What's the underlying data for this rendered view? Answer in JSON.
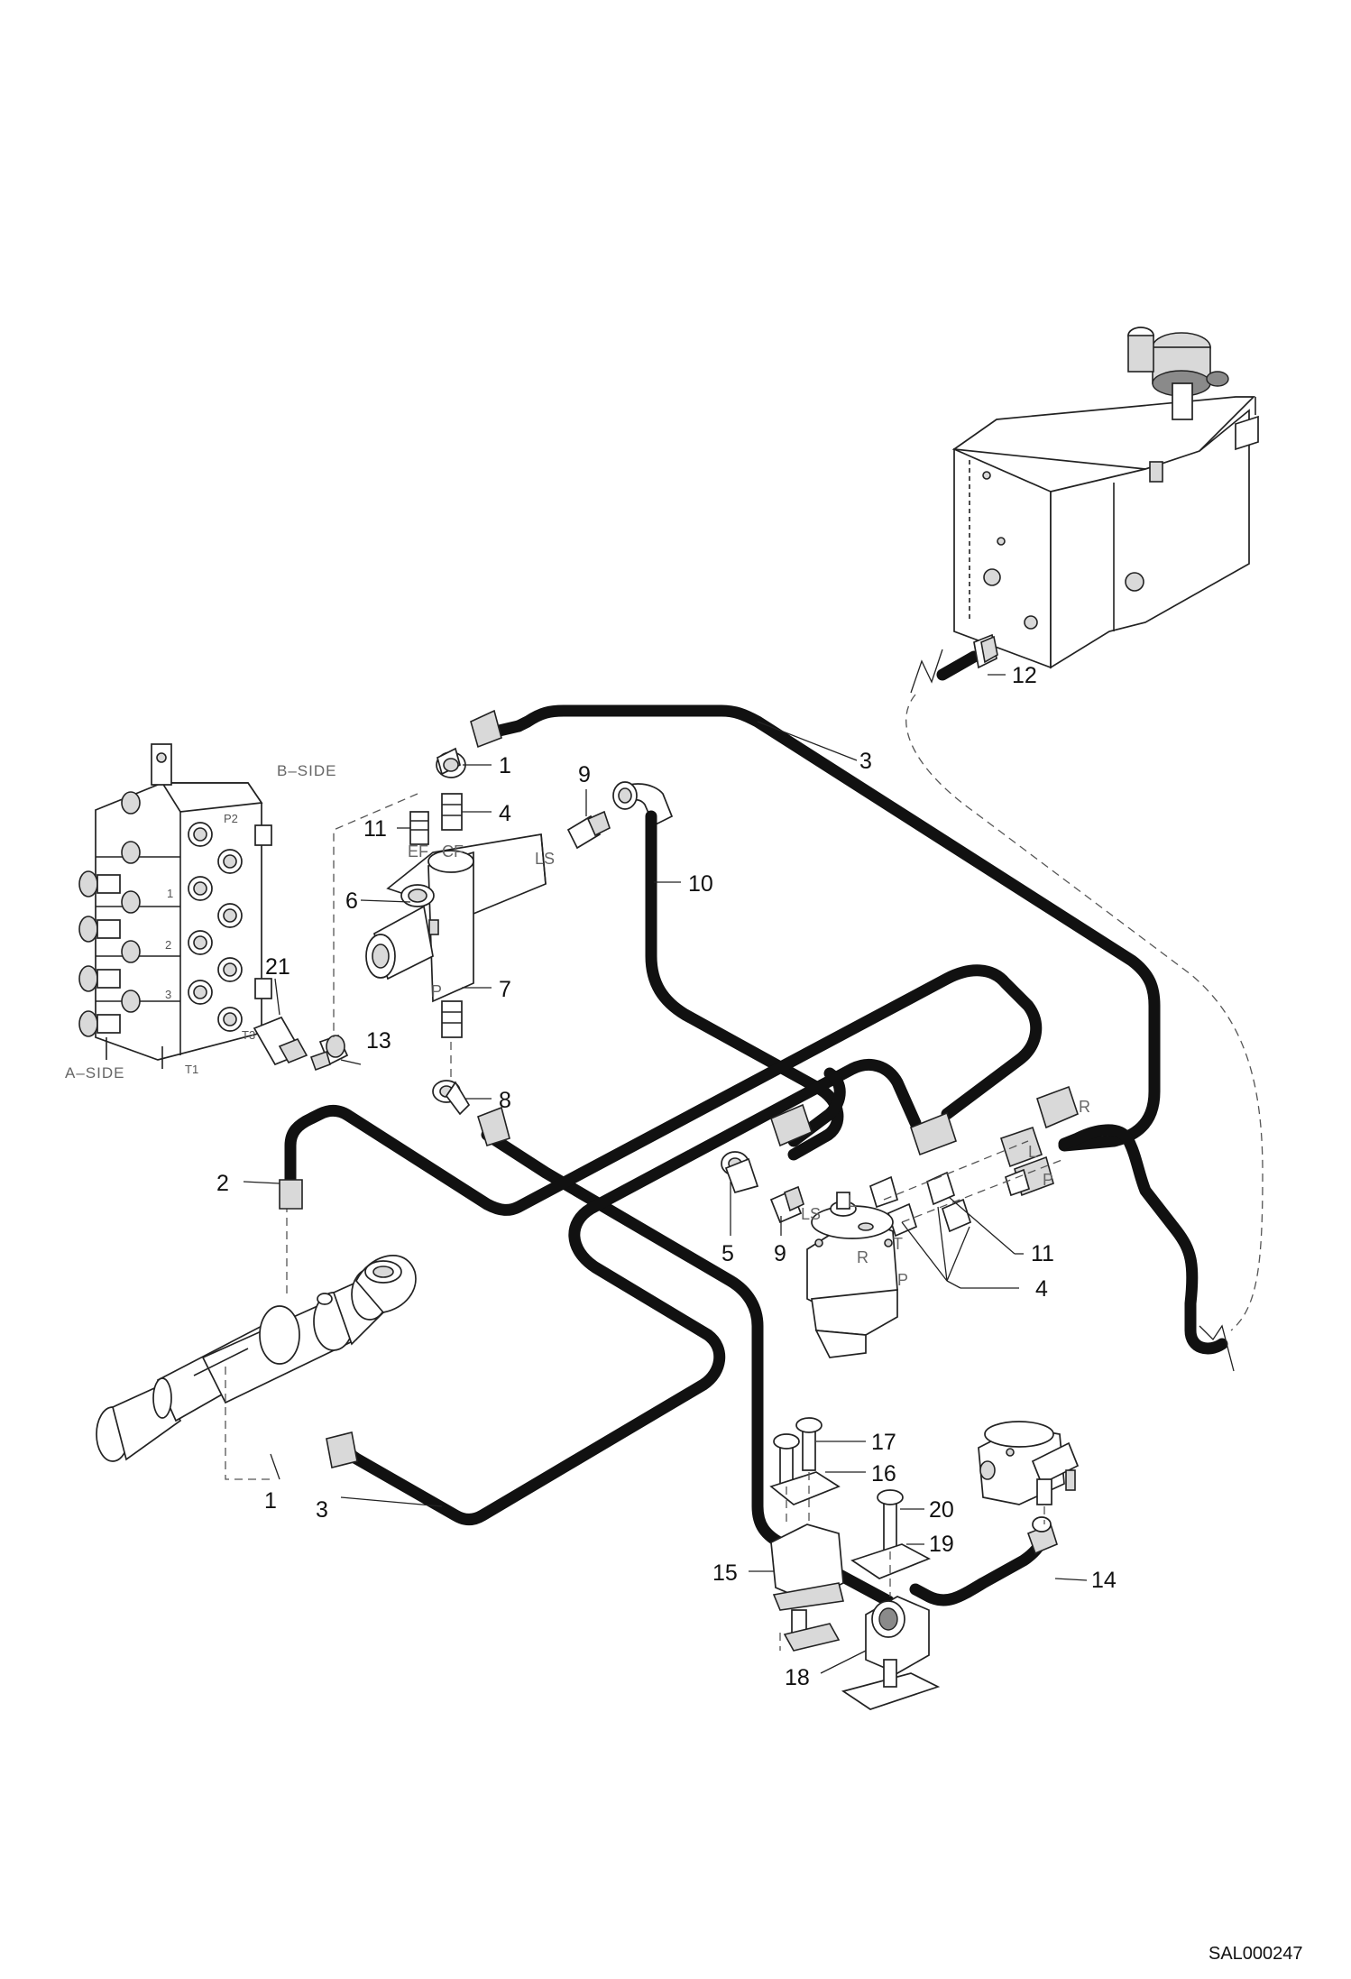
{
  "diagram": {
    "reference_code": "SAL000247",
    "side_labels": {
      "b_side": "B–SIDE",
      "a_side": "A–SIDE"
    },
    "port_labels": {
      "ef": "EF",
      "cf": "CF",
      "ls_valve": "LS",
      "p_valve": "P",
      "ls_unit": "LS",
      "r_unit": "R",
      "t_unit": "T",
      "p_unit": "P",
      "l_unit": "L",
      "r_hose": "R",
      "l_hose": "L",
      "p_hose": "P",
      "p2": "P2",
      "t1": "T1",
      "t3": "T3",
      "sec1": "1",
      "sec2": "2",
      "sec3": "3"
    },
    "callouts": {
      "c1_top": "1",
      "c1_bottom": "1",
      "c2": "2",
      "c3_top": "3",
      "c3_bottom": "3",
      "c4_top": "4",
      "c4_right": "4",
      "c5": "5",
      "c6": "6",
      "c7": "7",
      "c8": "8",
      "c9_top": "9",
      "c9_mid": "9",
      "c10": "10",
      "c11_top": "11",
      "c11_right": "11",
      "c12": "12",
      "c13": "13",
      "c14": "14",
      "c15": "15",
      "c16": "16",
      "c17": "17",
      "c18": "18",
      "c19": "19",
      "c20": "20",
      "c21": "21"
    },
    "components": [
      "hydraulic-tank",
      "control-valve-block",
      "priority-valve",
      "steering-unit",
      "steering-cylinder",
      "gear-pump",
      "hose-clamps",
      "hoses",
      "fittings"
    ]
  }
}
